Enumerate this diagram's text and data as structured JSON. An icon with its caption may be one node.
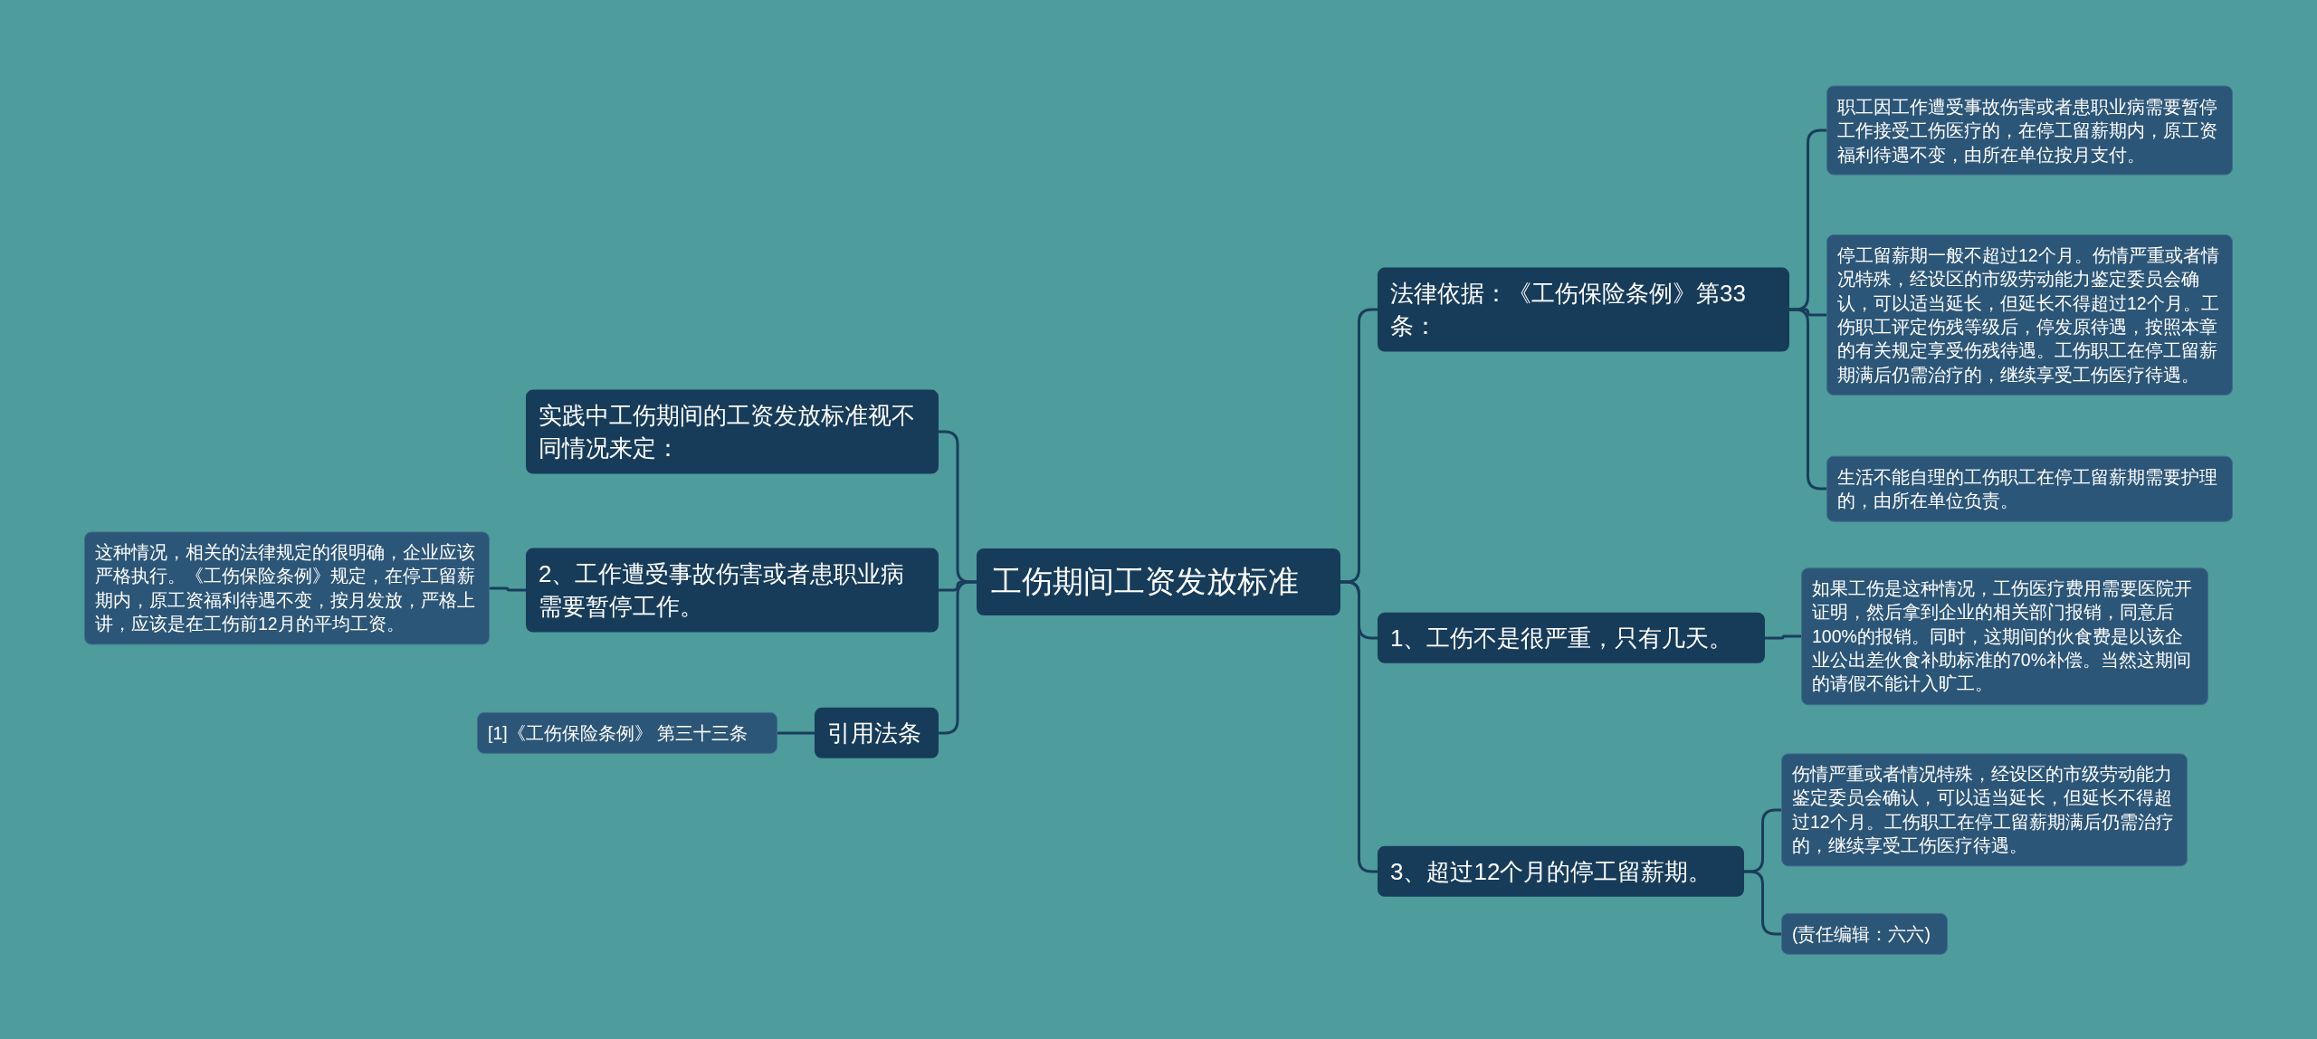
{
  "diagram": {
    "nodes": [
      {
        "text": [
          "工伤期间工资发放标准"
        ]
      },
      {
        "text": [
          "实践中工伤期间的工资发放标准视不同情况来定："
        ]
      },
      {
        "text": [
          "2、工作遭受事故伤害或者患职业病需要暂停工作。"
        ]
      },
      {
        "text": [
          "这种情况，相关的法律规定的很明确，企业应该严格执行。《工伤保险条例》规定，在停工留薪期内，原工资福利待遇不变，按月发放，严格上讲，应该是在工伤前12月的平均工资。"
        ]
      },
      {
        "text": [
          "引用法条"
        ]
      },
      {
        "text": [
          "[1]《工伤保险条例》 第三十三条"
        ]
      },
      {
        "text": [
          "法律依据：《工伤保险条例》第33条："
        ]
      },
      {
        "text": [
          "职工因工作遭受事故伤害或者患职业病需要暂停工作接受工伤医疗的，在停工留薪期内，原工资福利待遇不变，由所在单位按月支付。"
        ]
      },
      {
        "text": [
          "停工留薪期一般不超过12个月。伤情严重或者情况特殊，经设区的市级劳动能力鉴定委员会确认，可以适当延长，但延长不得超过12个月。工伤职工评定伤残等级后，停发原待遇，按照本章的有关规定享受伤残待遇。工伤职工在停工留薪期满后仍需治疗的，继续享受工伤医疗待遇。"
        ]
      },
      {
        "text": [
          "生活不能自理的工伤职工在停工留薪期需要护理的，由所在单位负责。"
        ]
      },
      {
        "text": [
          "1、工伤不是很严重，只有几天。"
        ]
      },
      {
        "text": [
          "如果工伤是这种情况，工伤医疗费用需要医院开证明，然后拿到企业的相关部门报销，同意后100%的报销。同时，这期间的伙食费是以该企业公出差伙食补助标准的70%补偿。当然这期间的请假不能计入旷工。"
        ]
      },
      {
        "text": [
          "3、超过12个月的停工留薪期。"
        ]
      },
      {
        "text": [
          "伤情严重或者情况特殊，经设区的市级劳动能力鉴定委员会确认，可以适当延长，但延长不得超过12个月。工伤职工在停工留薪期满后仍需治疗的，继续享受工伤医疗待遇。"
        ]
      },
      {
        "text": [
          "(责任编辑：六六)"
        ]
      }
    ],
    "edges": [
      {
        "from": 0,
        "to": 1,
        "arrow": "none"
      },
      {
        "from": 0,
        "to": 2,
        "arrow": "none"
      },
      {
        "from": 0,
        "to": 4,
        "arrow": "none"
      },
      {
        "from": 2,
        "to": 3,
        "arrow": "none"
      },
      {
        "from": 4,
        "to": 5,
        "arrow": "none"
      },
      {
        "from": 0,
        "to": 6,
        "arrow": "none"
      },
      {
        "from": 0,
        "to": 10,
        "arrow": "none"
      },
      {
        "from": 0,
        "to": 12,
        "arrow": "none"
      },
      {
        "from": 6,
        "to": 7,
        "arrow": "none"
      },
      {
        "from": 6,
        "to": 8,
        "arrow": "none"
      },
      {
        "from": 6,
        "to": 9,
        "arrow": "none"
      },
      {
        "from": 10,
        "to": 11,
        "arrow": "none"
      },
      {
        "from": 12,
        "to": 13,
        "arrow": "none"
      },
      {
        "from": 12,
        "to": 14,
        "arrow": "none"
      }
    ]
  }
}
